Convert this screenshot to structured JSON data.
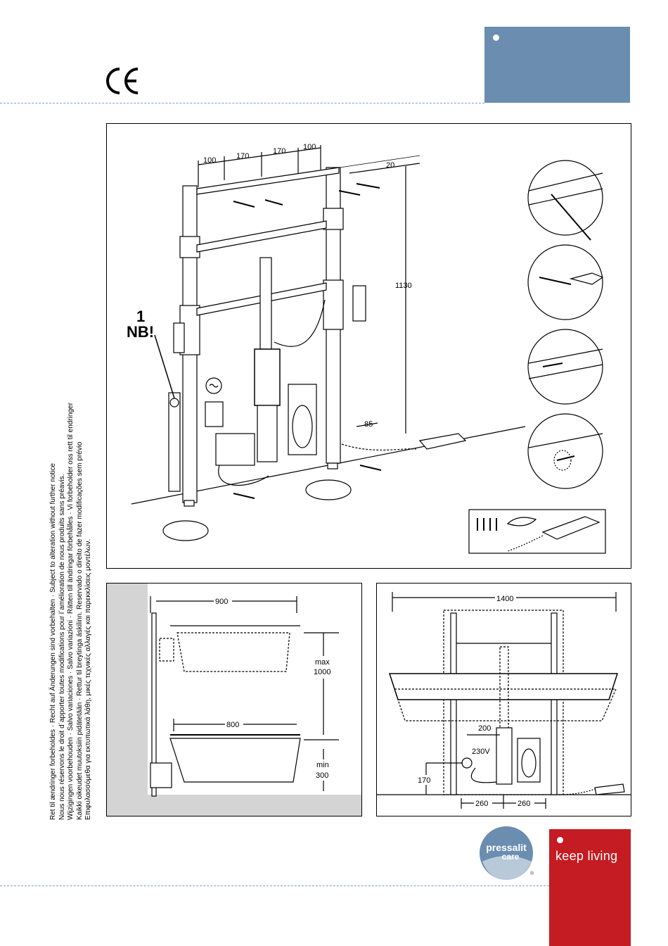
{
  "header": {
    "ce_mark": "CE"
  },
  "side_notes": [
    "Ret til ændringer forbeholdes · Recht auf Änderungen sind vorbehalten · Subject to alteration without further notice",
    "Nous nous réservons le droit d´apporter toutes modifications pour l´amélioration de nous produits sans préavis.",
    "Wijzigingen voorbehouden · Salvo variaciones · Salvo variazioni · Rätten till ändringar förbehålles · Vi forbeholder oss rett til endringer",
    "Kaikki oikeudet muutoksiin pidätetään · Rettur til breytinga áskilinn. Reservado o direito de fazer modificações sem prévio",
    "Επιφυλασσόμεθα για εκτυπωτικά λάθη, μικές τεχνικές αλλαγές και παρεκκλίσεις μοντέλων."
  ],
  "main_drawing": {
    "callout_number": "1",
    "callout_text": "NB!",
    "dims": {
      "d100a": "100",
      "d170a": "170",
      "d170b": "170",
      "d100b": "100",
      "d20": "20",
      "d1130": "1130",
      "d85": "85"
    }
  },
  "side_view": {
    "dims": {
      "d900": "900",
      "d800": "800",
      "max": "max",
      "max_val": "1000",
      "min": "min",
      "min_val": "300"
    }
  },
  "front_view": {
    "dims": {
      "d1400": "1400",
      "d200": "200",
      "volt": "230V",
      "d170": "170",
      "d260a": "260",
      "d260b": "260"
    }
  },
  "brand": {
    "logo_line1": "pressalit",
    "logo_line2": "care",
    "registered": "®",
    "tagline": "keep living"
  },
  "colors": {
    "accent_blue": "#6a8db0",
    "brand_red": "#c41c22",
    "logo_blue": "#6a8db0"
  }
}
